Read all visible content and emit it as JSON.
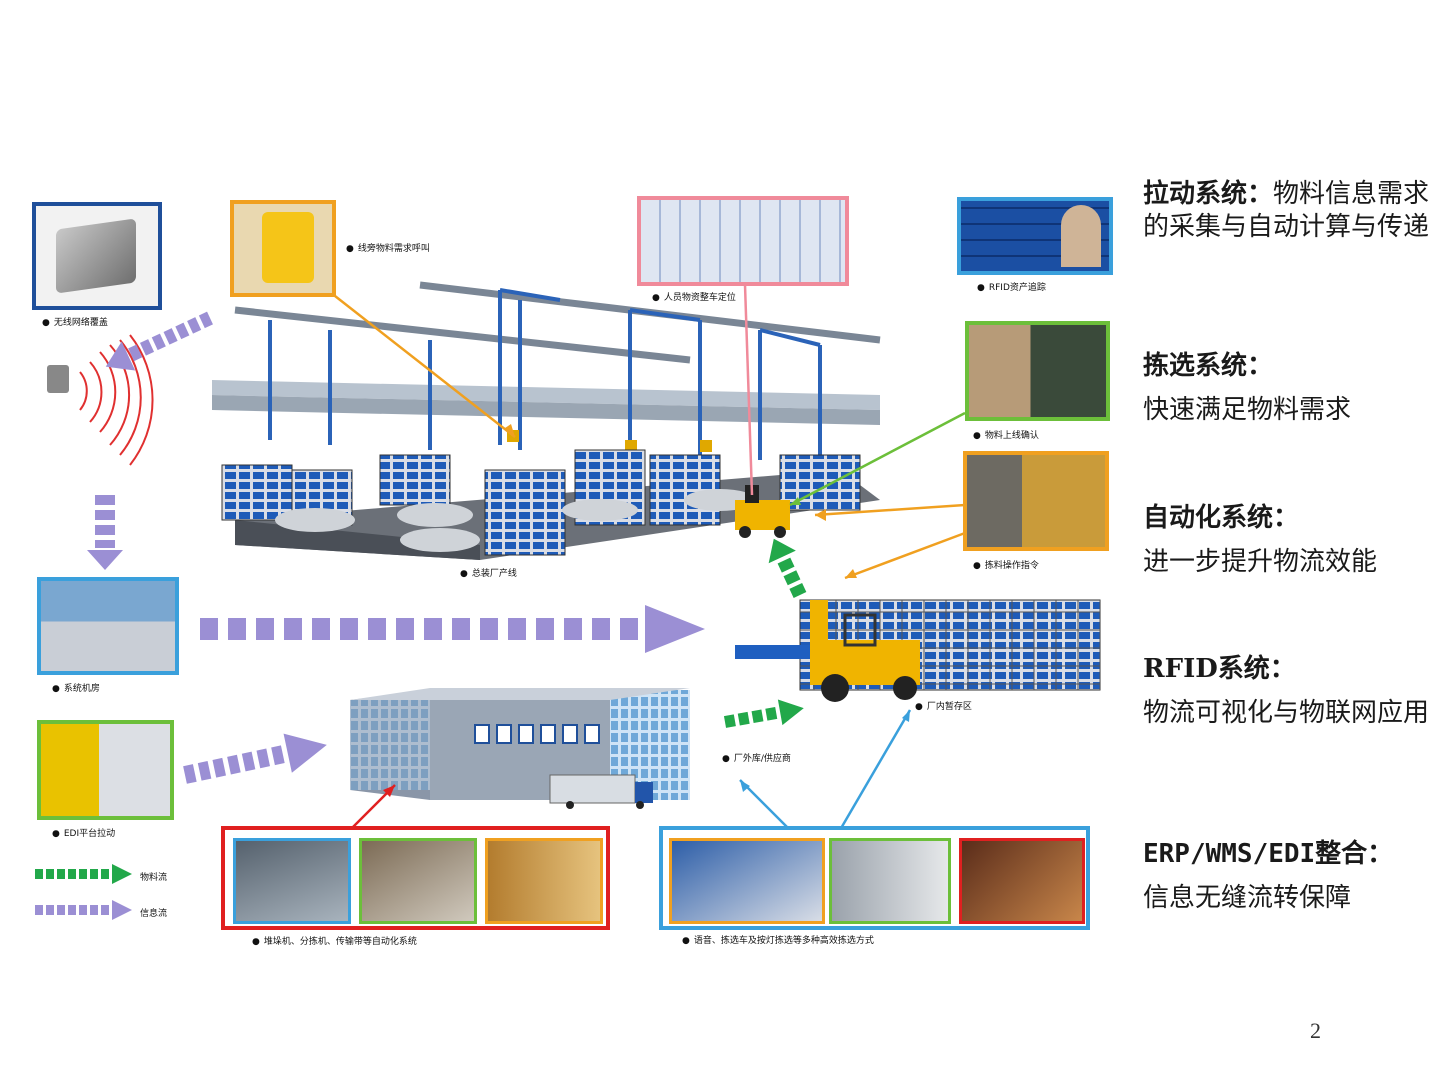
{
  "captions": {
    "wireless": "无线网络覆盖",
    "call": "线旁物料需求呼叫",
    "location": "人员物资整车定位",
    "rfid_track": "RFID资产追踪",
    "material_confirm": "物料上线确认",
    "instruction": "拣料操作指令",
    "assembly": "总装厂产线",
    "machine_room": "系统机房",
    "temp_storage": "厂内暂存区",
    "external": "厂外库/供应商",
    "edi": "EDI平台拉动",
    "automation": "堆垛机、分拣机、传输带等自动化系统",
    "picking_methods": "语音、拣选车及按灯拣选等多种高效拣选方式"
  },
  "legend": {
    "material_flow": "物料流",
    "info_flow": "信息流"
  },
  "right_panel": [
    {
      "title": "拉动系统：",
      "text": "物料信息需求的采集与自动计算与传递",
      "title_inline": true
    },
    {
      "title": "拣选系统：",
      "text": "快速满足物料需求",
      "title_inline": false
    },
    {
      "title": "自动化系统：",
      "text": "进一步提升物流效能",
      "title_inline": false
    },
    {
      "title": "RFID系统：",
      "text": "物流可视化与物联网应用",
      "title_inline": false
    },
    {
      "title": "ERP/WMS/EDI整合：",
      "text": "信息无缝流转保障",
      "title_inline": false
    }
  ],
  "page_number": "2",
  "colors": {
    "info_flow": "#9b8fd4",
    "material_flow": "#22a84a",
    "orange": "#f0a020",
    "pink": "#f08a9a",
    "blue_frame": "#1f4f9a",
    "light_blue": "#3aa0dc",
    "green_frame": "#6cbf3a",
    "red": "#e02020"
  }
}
